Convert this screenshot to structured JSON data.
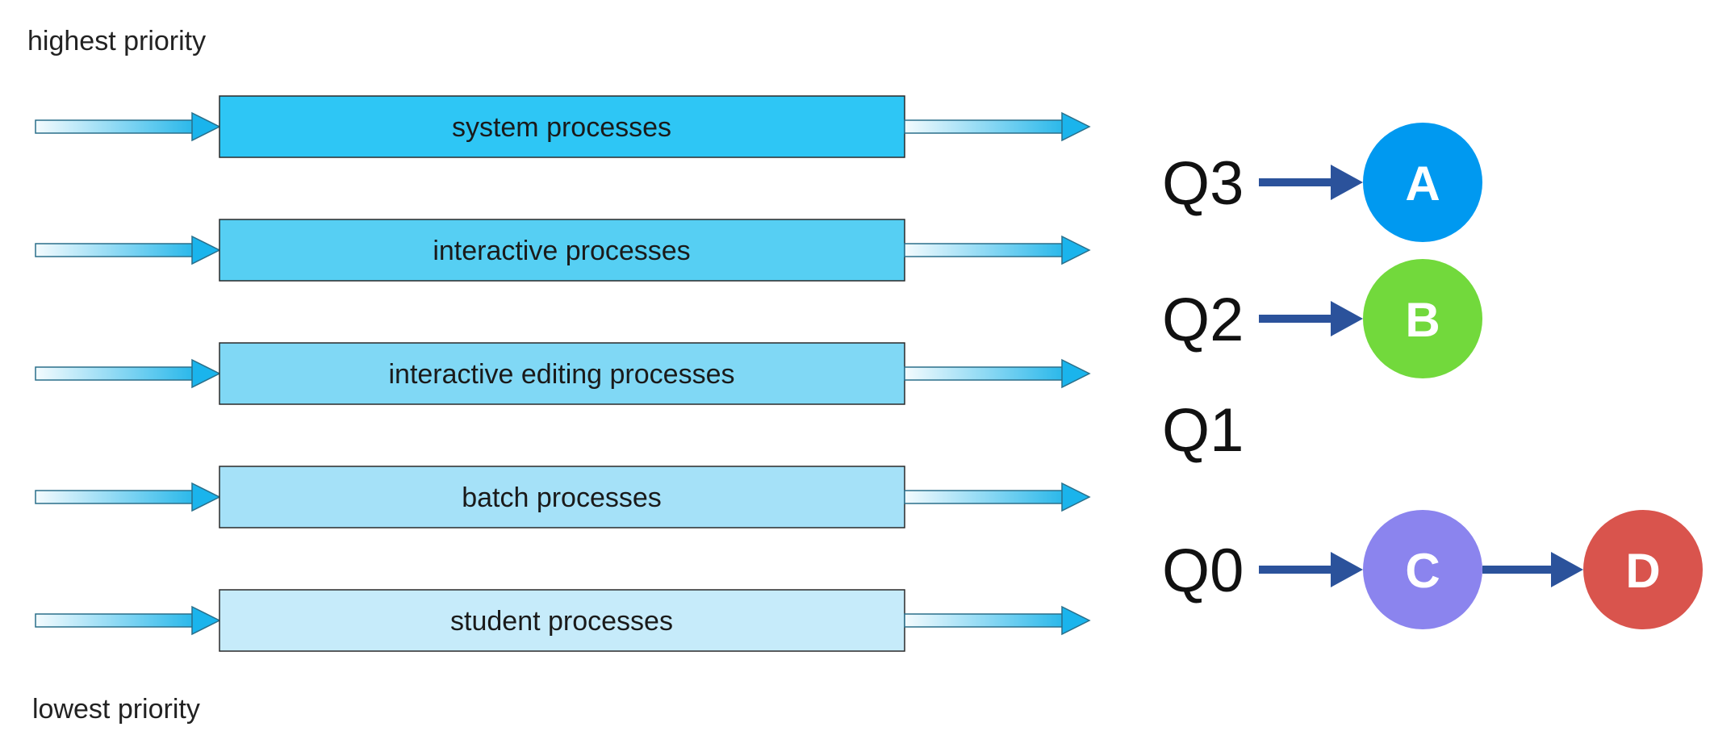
{
  "labels": {
    "top": "highest priority",
    "bottom": "lowest priority"
  },
  "queues": [
    {
      "label": "system processes",
      "color": "#2ec6f5"
    },
    {
      "label": "interactive processes",
      "color": "#56cff3"
    },
    {
      "label": "interactive editing processes",
      "color": "#80d8f5"
    },
    {
      "label": "batch processes",
      "color": "#a5e1f8"
    },
    {
      "label": "student processes",
      "color": "#c6ebfa"
    }
  ],
  "levels": [
    {
      "label": "Q3",
      "nodes": [
        {
          "label": "A",
          "color": "#0099f0"
        }
      ]
    },
    {
      "label": "Q2",
      "nodes": [
        {
          "label": "B",
          "color": "#72d93c"
        }
      ]
    },
    {
      "label": "Q1",
      "nodes": []
    },
    {
      "label": "Q0",
      "nodes": [
        {
          "label": "C",
          "color": "#8b84ee"
        },
        {
          "label": "D",
          "color": "#d9544d"
        }
      ]
    }
  ],
  "colors": {
    "arrow": "#2b529b",
    "box_stroke": "#2a2a2a",
    "arrow_head": "#1ab4ec"
  }
}
